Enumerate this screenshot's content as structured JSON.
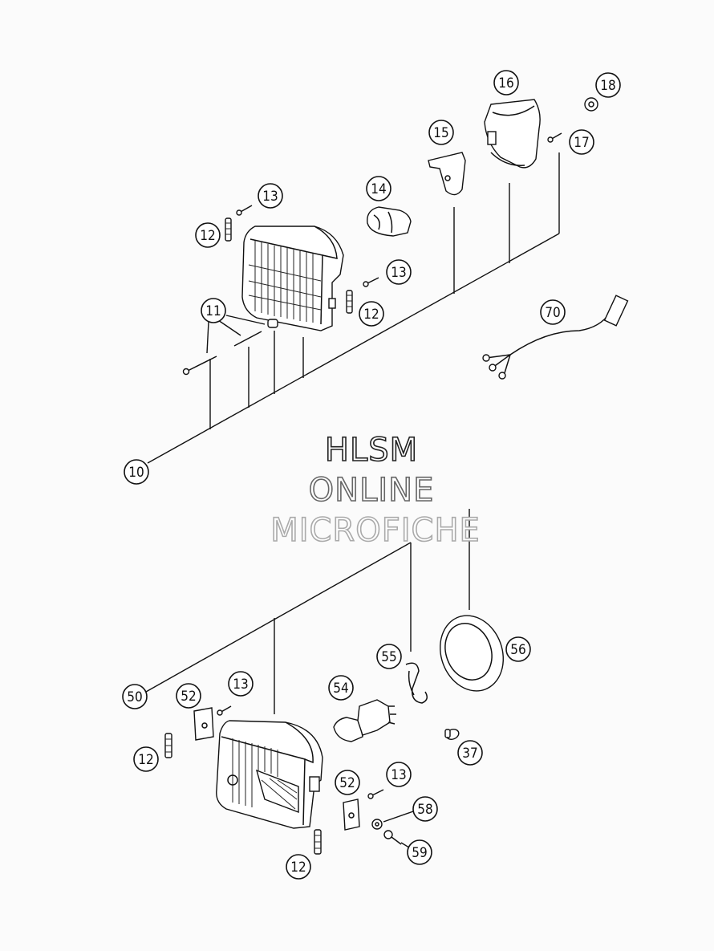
{
  "watermark": {
    "lines": [
      "HLSM",
      "ONLINE",
      "MICROFICHE"
    ],
    "colors": [
      "#222222",
      "#666666",
      "#aaaaaa"
    ]
  },
  "callouts": [
    {
      "id": "c10",
      "label": "10"
    },
    {
      "id": "c11",
      "label": "11"
    },
    {
      "id": "c12a",
      "label": "12"
    },
    {
      "id": "c13a",
      "label": "13"
    },
    {
      "id": "c14",
      "label": "14"
    },
    {
      "id": "c15",
      "label": "15"
    },
    {
      "id": "c16",
      "label": "16"
    },
    {
      "id": "c17",
      "label": "17"
    },
    {
      "id": "c18",
      "label": "18"
    },
    {
      "id": "c13b",
      "label": "13"
    },
    {
      "id": "c12b",
      "label": "12"
    },
    {
      "id": "c70",
      "label": "70"
    },
    {
      "id": "c50",
      "label": "50"
    },
    {
      "id": "c52a",
      "label": "52"
    },
    {
      "id": "c13c",
      "label": "13"
    },
    {
      "id": "c12c",
      "label": "12"
    },
    {
      "id": "c54",
      "label": "54"
    },
    {
      "id": "c55",
      "label": "55"
    },
    {
      "id": "c56",
      "label": "56"
    },
    {
      "id": "c37",
      "label": "37"
    },
    {
      "id": "c52b",
      "label": "52"
    },
    {
      "id": "c13d",
      "label": "13"
    },
    {
      "id": "c58",
      "label": "58"
    },
    {
      "id": "c59",
      "label": "59"
    },
    {
      "id": "c12d",
      "label": "12"
    }
  ]
}
